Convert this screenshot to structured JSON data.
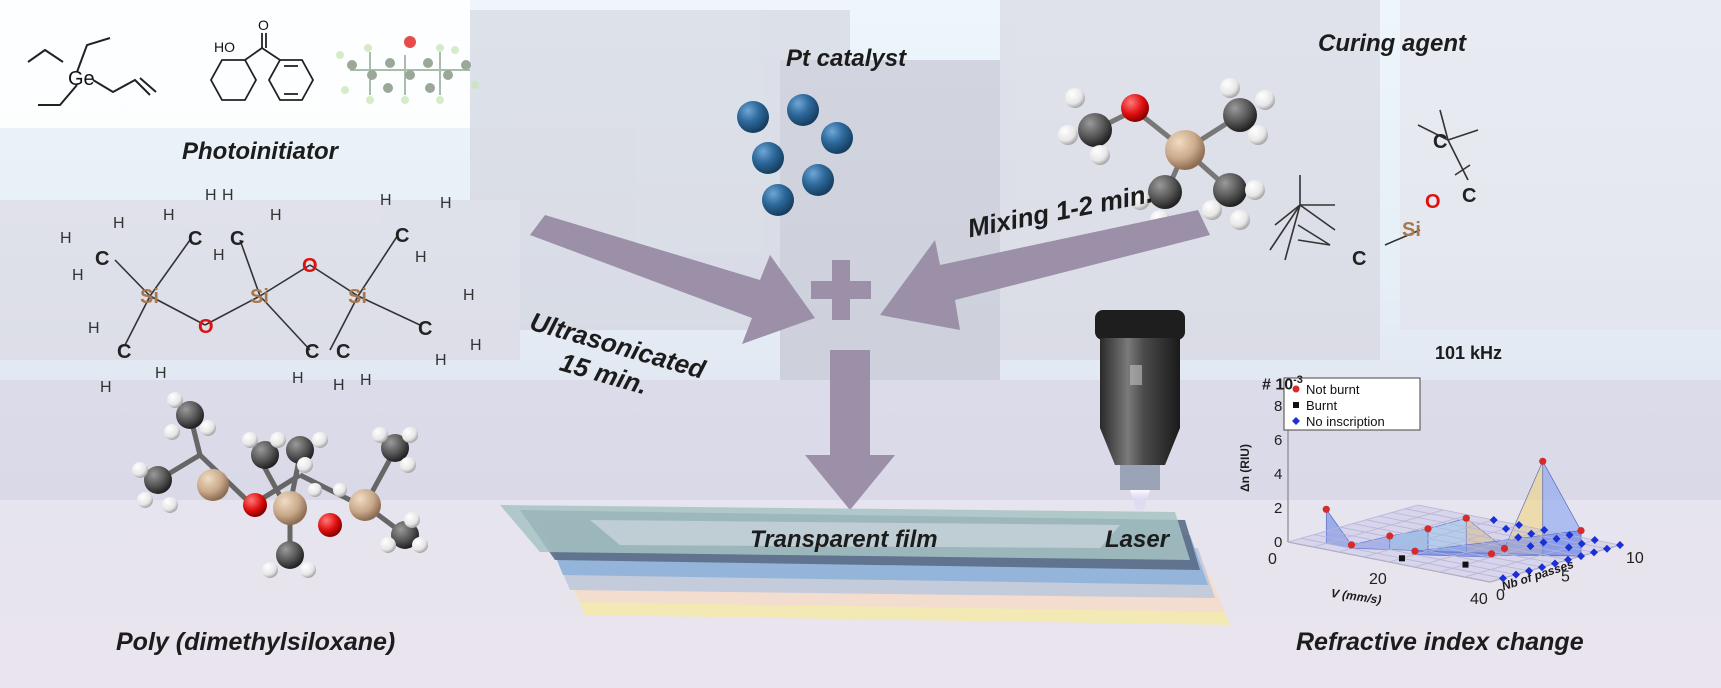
{
  "labels": {
    "photoinitiator": "Photoinitiator",
    "pt_catalyst": "Pt catalyst",
    "curing_agent": "Curing agent",
    "mixing": "Mixing 1-2 min.",
    "ultrasonicated_line1": "Ultrasonicated",
    "ultrasonicated_line2": "15 min.",
    "transparent_film": "Transparent film",
    "laser": "Laser",
    "pdms": "Poly (dimethylsiloxane)",
    "refractive_index_change": "Refractive index change",
    "plus": "+"
  },
  "molecules": {
    "germane_center": "Ge",
    "ketone_ho": "HO",
    "ketone_o": "O",
    "atom_si": "Si",
    "atom_o": "O",
    "atom_c": "C",
    "atom_h": "H"
  },
  "colors": {
    "arrow": "#9c8fa8",
    "pt_sphere": "#2e6a9c",
    "oxygen": "#e01010",
    "silicon": "#c9a98a",
    "carbon": "#555555",
    "hydrogen": "#f2f2f2",
    "film_yellow": "#f4eaa6",
    "film_blue": "#8fb2d8"
  },
  "icons": [
    "flask-scene-background",
    "laser-objective-icon",
    "pt-sphere-icon"
  ],
  "chart_data": {
    "type": "scatter",
    "title": "101 kHz",
    "exponent_label": "# 10",
    "exponent_power": "-3",
    "ylabel": "Δn (RIU)",
    "xlabel": "V (mm/s)",
    "zlabel": "Nb of passes",
    "ylim": [
      0,
      8
    ],
    "xlim": [
      0,
      40
    ],
    "zlim": [
      0,
      10
    ],
    "y_ticks": [
      "0",
      "2",
      "4",
      "6",
      "8"
    ],
    "x_ticks": [
      "0",
      "20",
      "40"
    ],
    "z_ticks": [
      "0",
      "5",
      "10"
    ],
    "legend_position": "top-left",
    "legend": [
      {
        "name": "Not burnt",
        "marker": "circle",
        "color": "#d62b2b"
      },
      {
        "name": "Burnt",
        "marker": "square",
        "color": "#111111"
      },
      {
        "name": "No inscription",
        "marker": "diamond",
        "color": "#1a2fd6"
      }
    ],
    "series": [
      {
        "name": "Not burnt",
        "points": [
          [
            5,
            1,
            2.0
          ],
          [
            10,
            1,
            0.2
          ],
          [
            15,
            2,
            0.8
          ],
          [
            20,
            3,
            1.3
          ],
          [
            25,
            4,
            2.0
          ],
          [
            30,
            5,
            0.3
          ],
          [
            35,
            6,
            5.5
          ],
          [
            40,
            7,
            1.5
          ],
          [
            20,
            2,
            0.2
          ],
          [
            30,
            4,
            0.2
          ]
        ]
      },
      {
        "name": "Burnt",
        "points": [
          [
            20,
            1,
            0.0
          ],
          [
            30,
            2,
            0.0
          ]
        ]
      },
      {
        "name": "No inscription",
        "points": [
          [
            40,
            1,
            0
          ],
          [
            40,
            2,
            0
          ],
          [
            40,
            3,
            0
          ],
          [
            40,
            4,
            0
          ],
          [
            40,
            5,
            0
          ],
          [
            40,
            6,
            0
          ],
          [
            40,
            7,
            0
          ],
          [
            40,
            8,
            0
          ],
          [
            40,
            9,
            0
          ],
          [
            40,
            10,
            0
          ],
          [
            35,
            8,
            0
          ],
          [
            35,
            9,
            0
          ],
          [
            35,
            10,
            0
          ],
          [
            30,
            7,
            0
          ],
          [
            30,
            8,
            0
          ],
          [
            30,
            9,
            0
          ],
          [
            30,
            10,
            0
          ],
          [
            25,
            8,
            0
          ],
          [
            25,
            9,
            0
          ],
          [
            25,
            10,
            0
          ],
          [
            20,
            9,
            0
          ],
          [
            20,
            10,
            0
          ],
          [
            15,
            10,
            0
          ]
        ]
      }
    ]
  }
}
